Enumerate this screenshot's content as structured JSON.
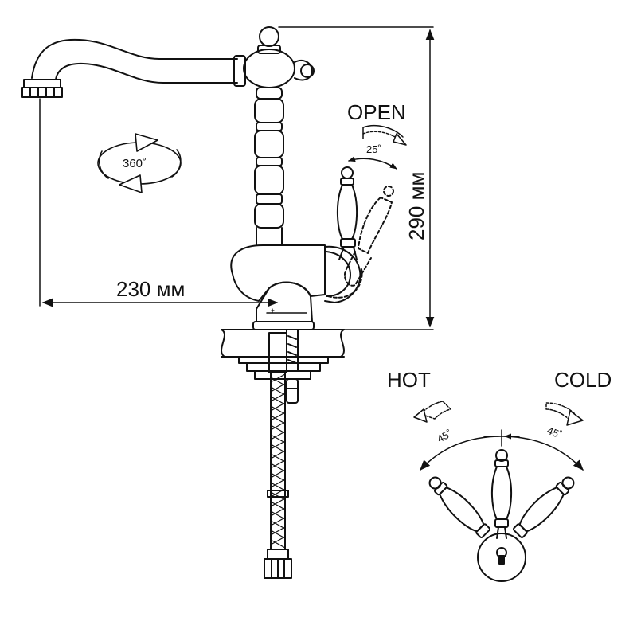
{
  "labels": {
    "open": "OPEN",
    "open_angle": "25˚",
    "rotation": "360˚",
    "height": "290 мм",
    "reach": "230 мм",
    "hot": "HOT",
    "cold": "COLD",
    "hot_angle": "45˚",
    "cold_angle": "45˚"
  }
}
